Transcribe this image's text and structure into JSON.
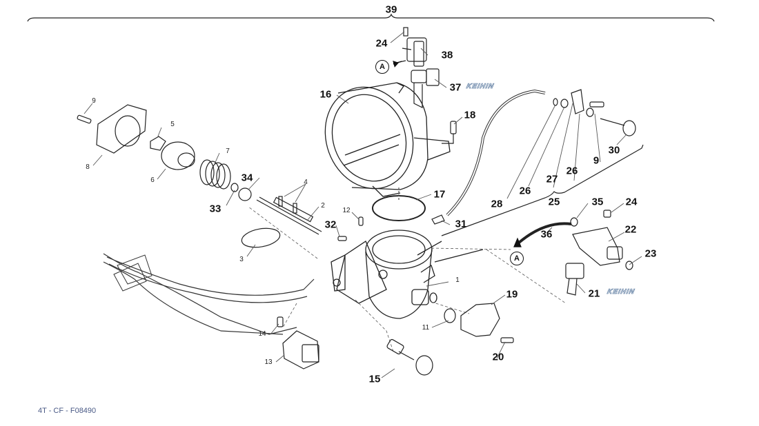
{
  "diagram_title": "39",
  "diagram_code": "4T - CF - F08490",
  "brand_text": "KEIHIN",
  "callout_letter": "A",
  "part_numbers": {
    "p1": "1",
    "p2": "2",
    "p3": "3",
    "p4": "4",
    "p5": "5",
    "p6": "6",
    "p7": "7",
    "p8": "8",
    "p9a": "9",
    "p9b": "9",
    "p11": "11",
    "p12": "12",
    "p13": "13",
    "p14": "14",
    "p15": "15",
    "p16": "16",
    "p17": "17",
    "p18": "18",
    "p19": "19",
    "p20": "20",
    "p21": "21",
    "p22": "22",
    "p23": "23",
    "p24a": "24",
    "p24b": "24",
    "p25": "25",
    "p26a": "26",
    "p26b": "26",
    "p27": "27",
    "p28": "28",
    "p30": "30",
    "p31": "31",
    "p32": "32",
    "p33": "33",
    "p34": "34",
    "p35": "35",
    "p36": "36",
    "p37": "37",
    "p38": "38"
  },
  "colors": {
    "line": "#222222",
    "leader": "#555555",
    "brand_outline": "#6a86a8",
    "code_text": "#4a5a86"
  }
}
